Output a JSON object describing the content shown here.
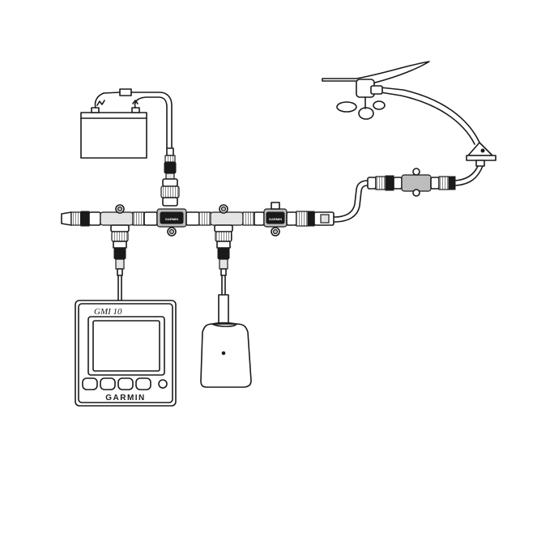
{
  "display": {
    "model_label": "GMI 10",
    "brand_label": "GARMIN"
  },
  "connectors": {
    "tee_brand_1": "GARMIN",
    "tee_brand_2": "GARMIN"
  }
}
